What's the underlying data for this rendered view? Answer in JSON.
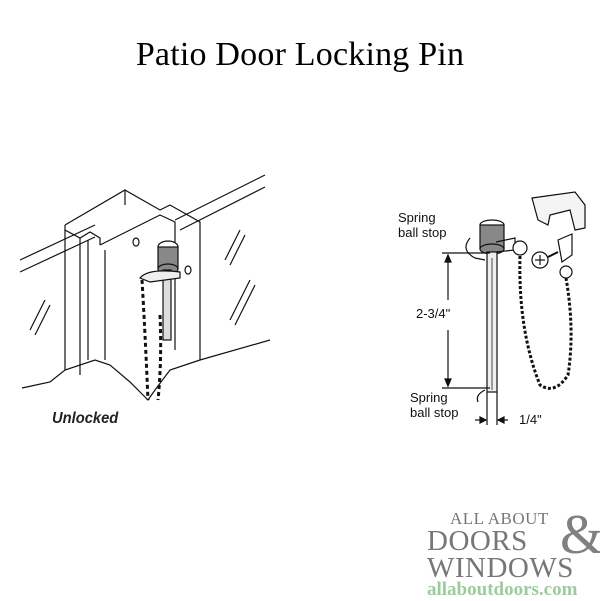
{
  "title": "Patio Door Locking Pin",
  "left_illustration": {
    "caption": "Unlocked"
  },
  "right_illustration": {
    "top_label_line1": "Spring",
    "top_label_line2": "ball stop",
    "length_dimension": "2-3/4\"",
    "bottom_label_line1": "Spring",
    "bottom_label_line2": "ball stop",
    "diameter_dimension": "1/4\""
  },
  "logo": {
    "line1": "ALL ABOUT",
    "line2": "DOORS",
    "ampersand": "&",
    "line3": "WINDOWS",
    "website": "allaboutdoors.com",
    "colors": {
      "gray": "#777777",
      "green": "#9ccc9a"
    }
  }
}
